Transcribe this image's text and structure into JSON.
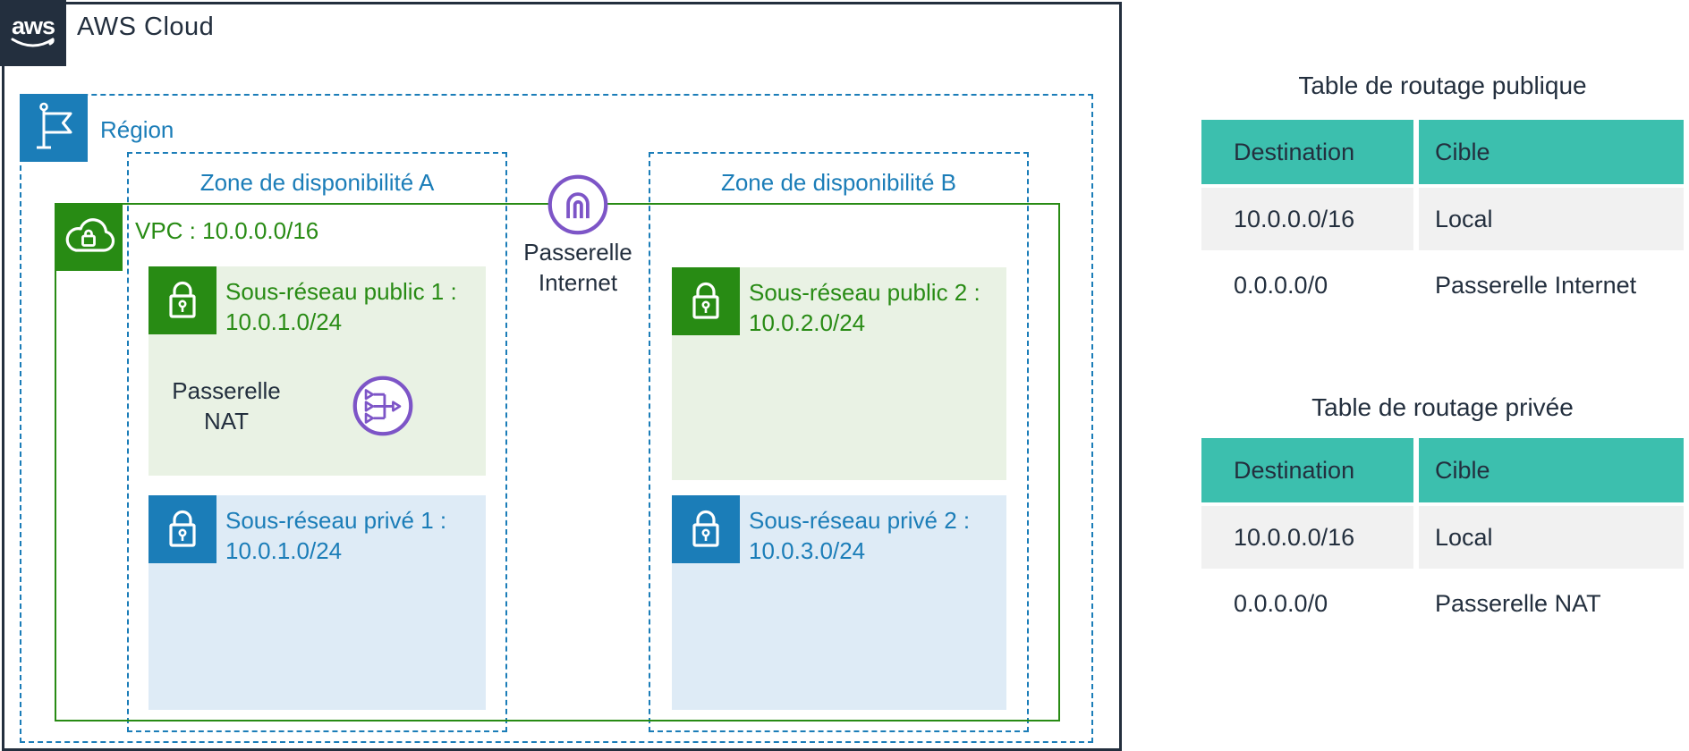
{
  "colors": {
    "accent_blue": "#1B7DB8",
    "accent_green": "#288B14",
    "accent_purple": "#7D55C7",
    "accent_teal": "#3CBFAE",
    "dark_navy": "#232F3E",
    "public_subnet_bg": "#E9F2E4",
    "private_subnet_bg": "#DEEBF6"
  },
  "diagram": {
    "logo_text": "aws",
    "cloud_label": "AWS Cloud",
    "region_label": "Région",
    "zones": {
      "a": "Zone de disponibilité A",
      "b": "Zone de disponibilité B"
    },
    "vpc_label": "VPC : 10.0.0.0/16",
    "internet_gateway": {
      "line1": "Passerelle",
      "line2": "Internet"
    },
    "nat_gateway": {
      "line1": "Passerelle",
      "line2": "NAT"
    },
    "subnets": {
      "public1": {
        "title": "Sous-réseau public 1 :",
        "cidr": "10.0.1.0/24"
      },
      "private1": {
        "title": "Sous-réseau privé 1 :",
        "cidr": "10.0.1.0/24"
      },
      "public2": {
        "title": "Sous-réseau public 2 :",
        "cidr": "10.0.2.0/24"
      },
      "private2": {
        "title": "Sous-réseau privé 2 :",
        "cidr": "10.0.3.0/24"
      }
    }
  },
  "route_tables": {
    "public": {
      "title": "Table de routage publique",
      "headers": {
        "destination": "Destination",
        "target": "Cible"
      },
      "rows": [
        {
          "destination": "10.0.0.0/16",
          "target": "Local"
        },
        {
          "destination": "0.0.0.0/0",
          "target": "Passerelle Internet"
        }
      ]
    },
    "private": {
      "title": "Table de routage privée",
      "headers": {
        "destination": "Destination",
        "target": "Cible"
      },
      "rows": [
        {
          "destination": "10.0.0.0/16",
          "target": "Local"
        },
        {
          "destination": "0.0.0.0/0",
          "target": "Passerelle NAT"
        }
      ]
    }
  }
}
